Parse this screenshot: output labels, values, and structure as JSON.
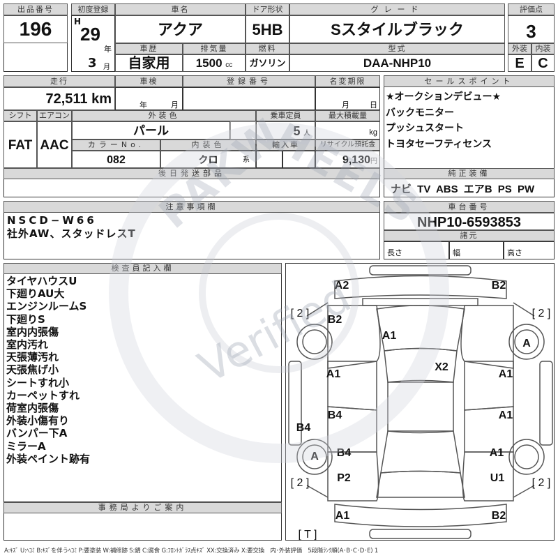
{
  "lot": {
    "label": "出品番号",
    "value": "196"
  },
  "reg": {
    "label": "初度登録",
    "era": "H",
    "year": "29",
    "year_unit": "年",
    "month": "3",
    "month_unit": "月"
  },
  "car_name": {
    "label": "車名",
    "value": "アクア"
  },
  "door": {
    "label": "ドア形状",
    "value": "5HB"
  },
  "grade": {
    "label": "グレード",
    "value": "Sスタイルブラック"
  },
  "score": {
    "label": "評価点",
    "value": "3",
    "ext_label": "外装",
    "int_label": "内装",
    "ext": "E",
    "int": "C"
  },
  "history": {
    "label": "車歴",
    "value": "自家用"
  },
  "displacement": {
    "label": "排気量",
    "value": "1500",
    "unit": "cc"
  },
  "fuel": {
    "label": "燃料",
    "value": "ガソリン"
  },
  "model": {
    "label": "型式",
    "value": "DAA-NHP10"
  },
  "mileage": {
    "label": "走行",
    "value": "72,511 km"
  },
  "inspection": {
    "label": "車検",
    "year_unit": "年",
    "month_unit": "月"
  },
  "reg_no": {
    "label": "登録番号"
  },
  "name_change": {
    "label": "名変期限",
    "month_unit": "月",
    "day_unit": "日"
  },
  "shift": {
    "label": "シフト",
    "value": "FAT"
  },
  "ac": {
    "label": "エアコン",
    "value": "AAC"
  },
  "ext_color": {
    "label": "外装色",
    "value": "パール"
  },
  "capacity": {
    "label": "乗車定員",
    "value": "5",
    "unit": "人"
  },
  "max_load": {
    "label": "最大積載量",
    "unit": "kg"
  },
  "color_no": {
    "label": "カラーNo.",
    "value": "082"
  },
  "int_color": {
    "label": "内装色",
    "value": "クロ",
    "unit": "系"
  },
  "import": {
    "label": "輸入車"
  },
  "recycle": {
    "label": "リサイクル預託金",
    "value": "9,130",
    "unit": "円"
  },
  "later_parts": {
    "label": "後日発送部品"
  },
  "sales_points": {
    "label": "セールスポイント",
    "items": [
      "★オークションデビュー★",
      "バックモニター",
      "プッシュスタート",
      "トヨタセーフティセンス"
    ]
  },
  "equipment": {
    "label": "純正装備",
    "value": "ナビ TV ABS エアB PS PW"
  },
  "notes": {
    "label": "注意事項欄",
    "lines": [
      "NSCD−W66",
      "社外AW、スタッドレスT"
    ]
  },
  "chassis": {
    "label": "車台番号",
    "value": "NHP10-6593853"
  },
  "specs": {
    "label": "諸元",
    "length": "長さ",
    "width": "幅",
    "height": "高さ"
  },
  "inspector": {
    "label": "検査員記入欄",
    "lines": [
      "タイヤハウスU",
      "下廻りAU大",
      "エンジンルームS",
      "下廻りS",
      "室内内張傷",
      "室内汚れ",
      "天張薄汚れ",
      "天張焦げ小",
      "シートすれ小",
      "カーペットすれ",
      "荷室内張傷",
      "外装小傷有り",
      "バンパー下A",
      "ミラーA",
      "外装ペイント跡有"
    ]
  },
  "office": {
    "label": "事務局よりご案内"
  },
  "damage": [
    "A2",
    "B2",
    "[ 2 ]",
    "[ 2 ]",
    "B2",
    "A1",
    "A",
    "A1",
    "X2",
    "A1",
    "B4",
    "A1",
    "B4",
    "A",
    "B4",
    "A1",
    "P2",
    "U1",
    "[ 2 ]",
    "[ 2 ]",
    "A1",
    "B2",
    "[ T ]"
  ],
  "legend": "A:ｷｽﾞ U:ﾍｺﾐ B:ｷｽﾞを伴うﾍｺﾐ P:要塗装 W:補修跡 S:錆 C:腐食 G:ﾌﾛﾝﾄｶﾞﾗｽ点ｷｽﾞ XX:交換済み X:要交換　内･外装評価　5段階ﾗﾝｸ順(A･B･C･D･E) 1",
  "watermark": {
    "brand": "PAKWHEELS",
    "text": "Verified"
  }
}
